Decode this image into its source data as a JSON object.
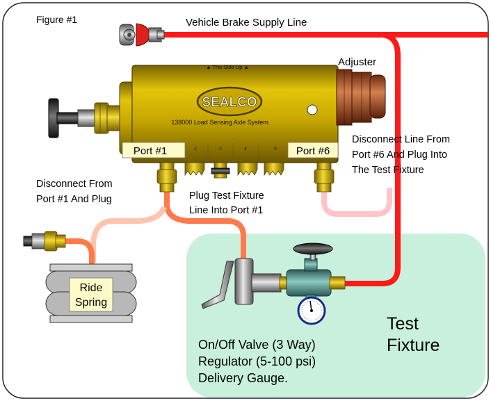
{
  "figure_label": "Figure #1",
  "supply_line_label": "Vehicle Brake Supply Line",
  "adjuster_label": "Adjuster",
  "valve_body": {
    "this_side_up": "▲ This Side Up ▲",
    "logo": "SEALCO",
    "system_name": "138000 Load Sensing Axle System"
  },
  "ports": {
    "port1": "Port #1",
    "port2": "2",
    "port3": "3",
    "port4": "4",
    "port5": "5",
    "port6": "Port #6"
  },
  "notes": {
    "disconnect_port6_l1": "Disconnect Line From",
    "disconnect_port6_l2": "Port #6 And Plug Into",
    "disconnect_port6_l3": "The Test Fixture",
    "disconnect_port1_l1": "Disconnect From",
    "disconnect_port1_l2": "Port #1 And Plug",
    "plug_test_l1": "Plug Test Fixture",
    "plug_test_l2": "Line Into Port #1"
  },
  "ride_spring": {
    "line1": "Ride",
    "line2": "Spring"
  },
  "test_fixture": {
    "title_l1": "Test",
    "title_l2": "Fixture",
    "item1": "On/Off Valve (3 Way)",
    "item2": "Regulator (5-100 psi)",
    "item3": "Delivery Gauge."
  },
  "colors": {
    "supply_line": "#ff1a1a",
    "test_line": "#ff7a4a",
    "ride_line": "#ffc4b0",
    "port6_line": "#ffc4c8",
    "valve_body": "#c8a800",
    "fixture_bg": "#c8f0dc"
  }
}
